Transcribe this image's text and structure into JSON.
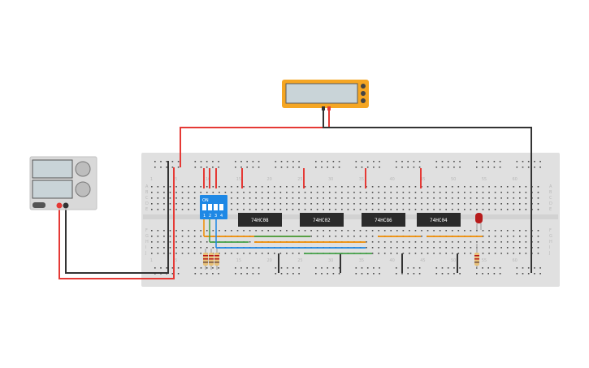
{
  "canvas": {
    "background": "#ffffff"
  },
  "breadboard": {
    "column_numbers": [
      "1",
      "5",
      "10",
      "15",
      "20",
      "25",
      "30",
      "35",
      "40",
      "45",
      "50",
      "55",
      "60"
    ],
    "row_letters_top": [
      "A",
      "B",
      "C",
      "D",
      "E"
    ],
    "row_letters_bottom": [
      "F",
      "G",
      "H",
      "I",
      "J"
    ],
    "body_color": "#e0e0e0"
  },
  "dip_switch": {
    "on_label": "ON",
    "switch_numbers": [
      "1",
      "2",
      "3",
      "4"
    ],
    "color": "#1e88e5"
  },
  "chips": [
    {
      "label": "74HC08"
    },
    {
      "label": "74HC02"
    },
    {
      "label": "74HC86"
    },
    {
      "label": "74HC04"
    }
  ],
  "multimeter": {
    "body_color": "#f5a623",
    "display_color": "#c9d4d8"
  },
  "power_supply": {
    "body_color": "#d9d9d9"
  },
  "led": {
    "color": "#b71c1c"
  },
  "wire_colors": {
    "red": "#e53935",
    "black": "#333333",
    "orange": "#f08c00",
    "green": "#43a047",
    "blue": "#1e88e5"
  }
}
